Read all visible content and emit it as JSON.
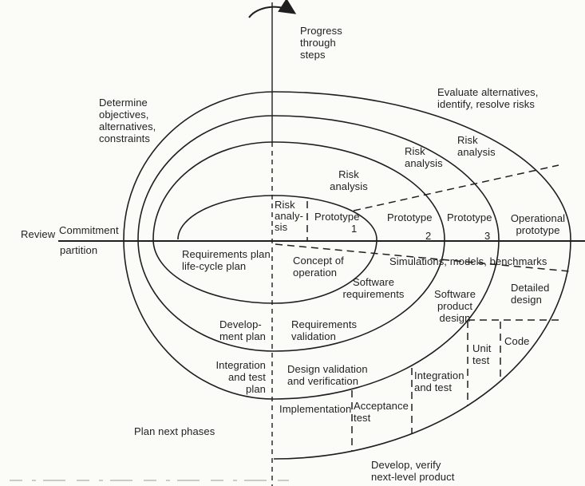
{
  "colors": {
    "ink": "#1f1f1f",
    "paper": "#fbfbf8",
    "faint": "#9a9a94"
  },
  "diagram_type": "Boehm spiral model of the software process",
  "axes": {
    "progress_label": "Progress\nthrough\nsteps",
    "review_label": "Review",
    "commitment_above": "Commitment",
    "commitment_below": "partition"
  },
  "quadrant_activities": {
    "top_left": "Determine\nobjectives,\nalternatives,\nconstraints",
    "top_right": "Evaluate alternatives,\nidentify, resolve risks",
    "bottom_right": "Develop, verify\nnext-level product",
    "bottom_left": "Plan next phases"
  },
  "risk": {
    "outer": "Risk\nanalysis",
    "third": "Risk\nanalysis",
    "second": "Risk\nanalysis",
    "inner": "Risk\nanaly-\nsis"
  },
  "prototypes": {
    "p1": "Prototype",
    "p1_num": "1",
    "p2": "Prototype",
    "p2_num": "2",
    "p3": "Prototype",
    "p3_num": "3",
    "operational": "Operational\nprototype"
  },
  "cells": {
    "simulations": "Simulations, models, benchmarks",
    "requirements_plan": "Requirements plan\nlife-cycle plan",
    "concept": "Concept of\noperation",
    "software_requirements": "Software\nrequirements",
    "software_product_design": "Software\nproduct\ndesign",
    "detailed_design": "Detailed\ndesign",
    "code": "Code",
    "unit_test": "Unit\ntest",
    "integration_and_test": "Integration\nand test",
    "development_plan": "Develop-\nment plan",
    "requirements_validation": "Requirements\nvalidation",
    "integration_test_plan": "Integration\nand test\nplan",
    "design_validation": "Design validation\nand verification",
    "implementation": "Implementation",
    "acceptance_test": "Acceptance\ntest"
  }
}
